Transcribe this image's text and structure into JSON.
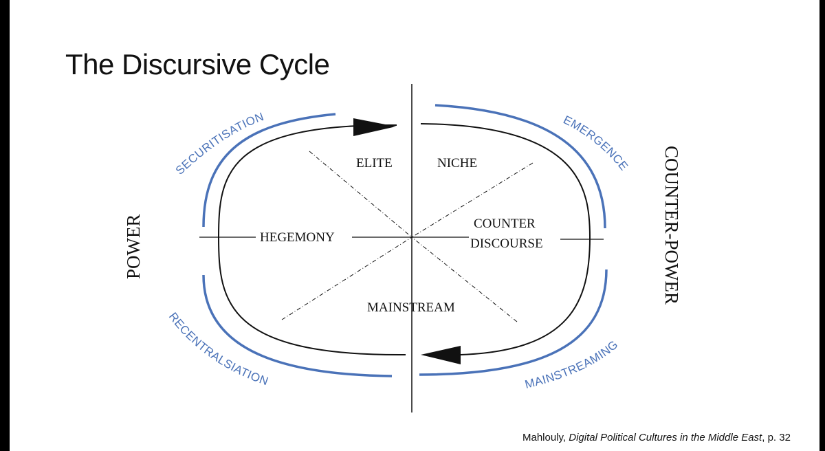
{
  "title": "The Discursive Cycle",
  "citation": {
    "author": "Mahlouly, ",
    "work": "Digital Political Cultures in the Middle East",
    "page": ", p. 32"
  },
  "diagram": {
    "side_left": "POWER",
    "side_right": "COUNTER-POWER",
    "quadrants": {
      "elite": "ELITE",
      "niche": "NICHE",
      "hegemony": "HEGEMONY",
      "counter_line1": "COUNTER",
      "counter_line2": "DISCOURSE",
      "mainstream": "MAINSTREAM"
    },
    "processes": {
      "securitisation": "SECURITISATION",
      "emergence": "EMERGENCE",
      "recentralisation": "RECENTRALSIATION",
      "mainstreaming": "MAINSTREAMING"
    },
    "colors": {
      "process_arc": "#4a72b8",
      "process_text": "#4a72b8",
      "lines": "#111111"
    }
  }
}
